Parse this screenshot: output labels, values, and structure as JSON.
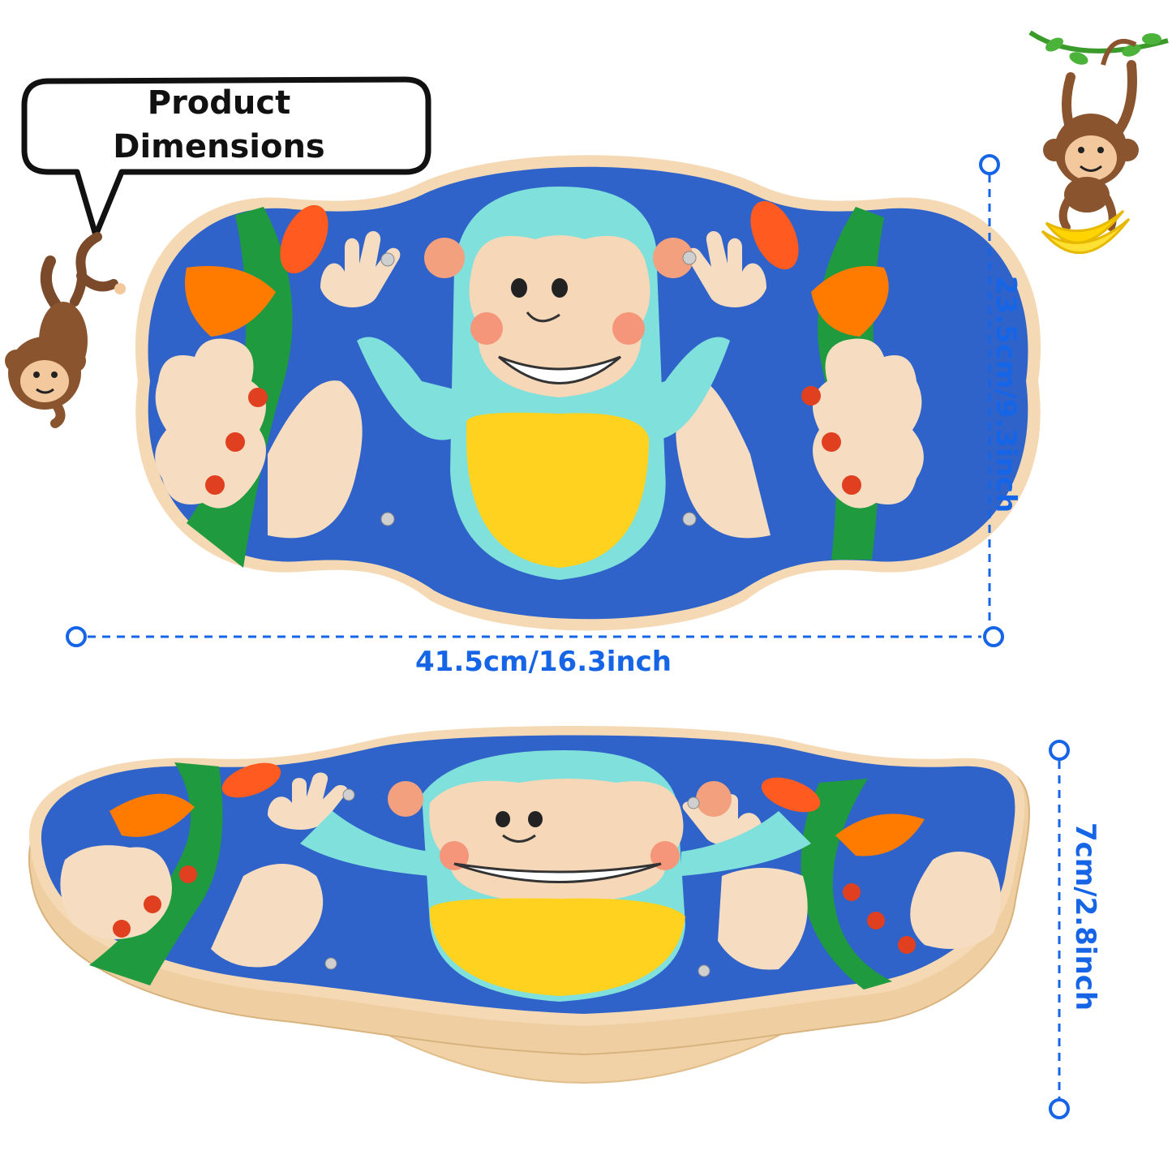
{
  "callout": {
    "line1": "Product",
    "line2": "Dimensions"
  },
  "dimensions": {
    "width": "41.5cm/16.3inch",
    "height": "23.5cm/9.3inch",
    "thickness": "7cm/2.8inch"
  },
  "colors": {
    "dimension_line": "#1565e6",
    "board_blue": "#2f63c9",
    "monkey_teal": "#7fe0dc",
    "leaf_green": "#1f9a3e",
    "belly_yellow": "#ffd21f",
    "wood": "#f4d9b4"
  }
}
